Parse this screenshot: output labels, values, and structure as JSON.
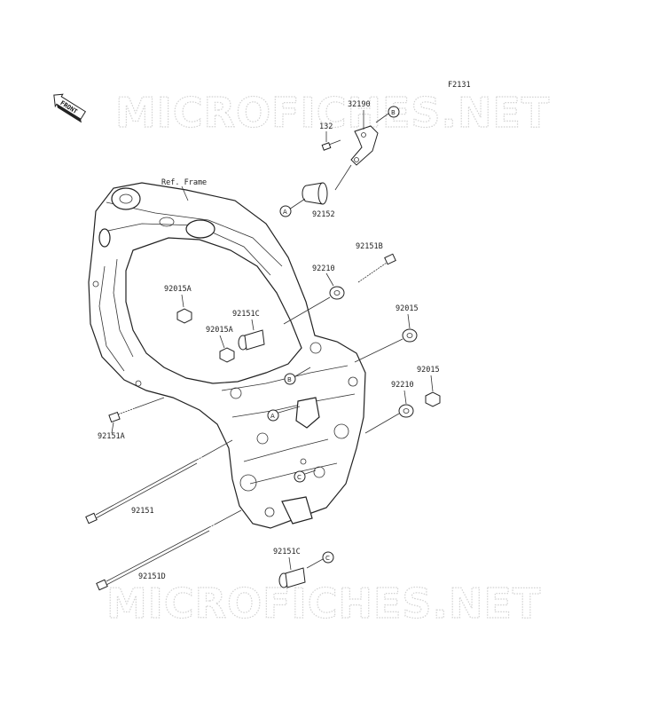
{
  "diagram": {
    "code": "F2131",
    "front_label": "FRONT",
    "frame_ref": "Ref. Frame",
    "watermark": "MICROFICHES.NET",
    "parts": {
      "p32190": "32190",
      "p132": "132",
      "p92152": "92152",
      "p92151B": "92151B",
      "p92210_top": "92210",
      "p92015A_a": "92015A",
      "p92151C_top": "92151C",
      "p92015A_b": "92015A",
      "p92015_a": "92015",
      "p92210_b": "92210",
      "p92015_b": "92015",
      "p92151A": "92151A",
      "p92151": "92151",
      "p92151D": "92151D",
      "p92151C_bot": "92151C"
    },
    "refs": {
      "A": "A",
      "B": "B",
      "C": "C"
    }
  }
}
